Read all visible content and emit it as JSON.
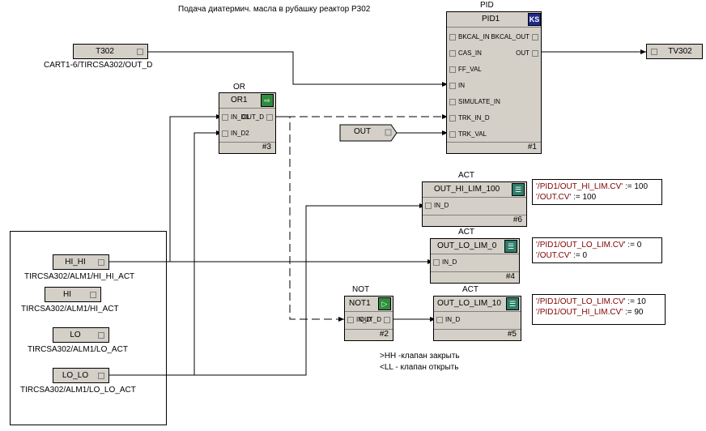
{
  "title": "Подача диатермич. масла в рубашку  реактор Р302",
  "pid": {
    "type_label": "PID",
    "name": "PID1",
    "icon": "KS",
    "ports_left": [
      "BKCAL_IN",
      "CAS_IN",
      "FF_VAL",
      "IN",
      "SIMULATE_IN",
      "TRK_IN_D",
      "TRK_VAL"
    ],
    "ports_right": [
      "BKCAL_OUT",
      "OUT"
    ],
    "number": "#1"
  },
  "or": {
    "type_label": "OR",
    "name": "OR1",
    "ports_left": [
      "IN_D1",
      "IN_D2"
    ],
    "port_right": "OUT_D",
    "number": "#3"
  },
  "not": {
    "type_label": "NOT",
    "name": "NOT1",
    "port_left": "IN_D",
    "port_right": "OUT_D",
    "number": "#2"
  },
  "act_blocks": [
    {
      "type_label": "ACT",
      "name": "OUT_HI_LIM_100",
      "port": "IN_D",
      "number": "#6",
      "expr": [
        {
          "p": "'/PID1/OUT_HI_LIM.CV'",
          "v": " := 100"
        },
        {
          "p": "'/OUT.CV'",
          "v": " := 100"
        }
      ]
    },
    {
      "type_label": "ACT",
      "name": "OUT_LO_LIM_0",
      "port": "IN_D",
      "number": "#4",
      "expr": [
        {
          "p": "'/PID1/OUT_LO_LIM.CV'",
          "v": " := 0"
        },
        {
          "p": "'/OUT.CV'",
          "v": " := 0"
        }
      ]
    },
    {
      "type_label": "ACT",
      "name": "OUT_LO_LIM_10",
      "port": "IN_D",
      "number": "#5",
      "expr": [
        {
          "p": "'/PID1/OUT_LO_LIM.CV'",
          "v": " := 10"
        },
        {
          "p": "'/PID1/OUT_HI_LIM.CV'",
          "v": " := 90"
        }
      ]
    }
  ],
  "refs": {
    "t302": {
      "label": "T302",
      "path": "CART1-6/TIRCSA302/OUT_D"
    },
    "tv302": {
      "label": "TV302"
    },
    "out": {
      "label": "OUT"
    },
    "hi_hi": {
      "label": "HI_HI",
      "path": "TIRCSA302/ALM1/HI_HI_ACT"
    },
    "hi": {
      "label": "HI",
      "path": "TIRCSA302/ALM1/HI_ACT"
    },
    "lo": {
      "label": "LO",
      "path": "TIRCSA302/ALM1/LO_ACT"
    },
    "lo_lo": {
      "label": "LO_LO",
      "path": "TIRCSA302/ALM1/LO_LO_ACT"
    }
  },
  "notes": [
    ">HH -клапан закрыть",
    "<LL - клапан открыть"
  ]
}
